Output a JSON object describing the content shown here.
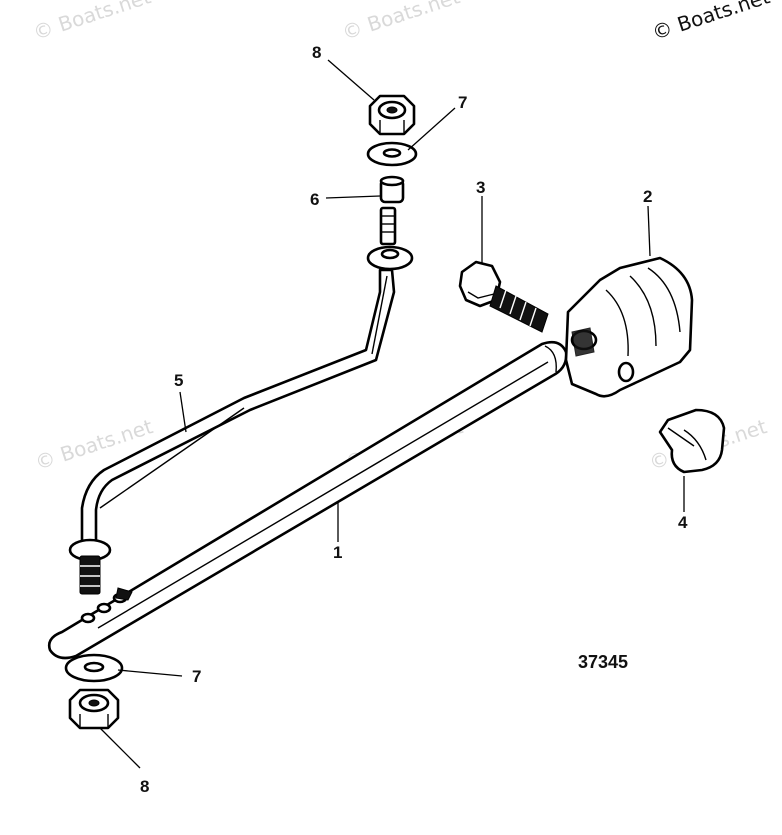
{
  "diagram": {
    "figure_number": "37345",
    "watermarks": {
      "corner": "© Boats.net",
      "faint": "© Boats.net"
    },
    "callouts": [
      {
        "id": "1",
        "label": "1"
      },
      {
        "id": "2",
        "label": "2"
      },
      {
        "id": "3",
        "label": "3"
      },
      {
        "id": "4",
        "label": "4"
      },
      {
        "id": "5",
        "label": "5"
      },
      {
        "id": "6",
        "label": "6"
      },
      {
        "id": "7a",
        "label": "7"
      },
      {
        "id": "7b",
        "label": "7"
      },
      {
        "id": "8a",
        "label": "8"
      },
      {
        "id": "8b",
        "label": "8"
      }
    ],
    "colors": {
      "ink": "#000000",
      "paper": "#ffffff",
      "watermark": "#d9d9d9"
    }
  }
}
